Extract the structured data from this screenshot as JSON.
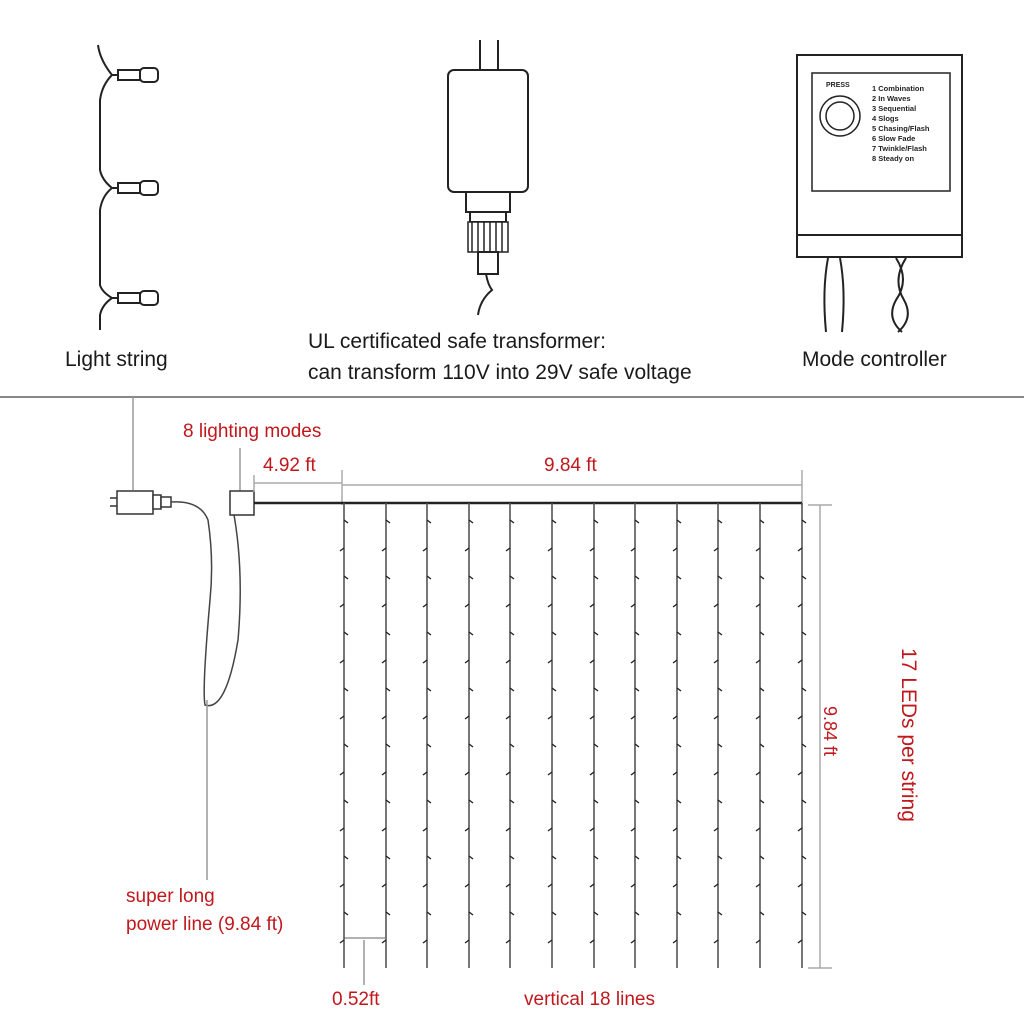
{
  "top_panel": {
    "light_string": {
      "caption": "Light string"
    },
    "transformer": {
      "caption_line1": "UL certificated safe transformer:",
      "caption_line2": "can transform 110V into 29V safe voltage"
    },
    "mode_controller": {
      "caption": "Mode controller",
      "button_label": "PRESS",
      "modes": [
        "1 Combination",
        "2 In Waves",
        "3 Sequential",
        "4 Slogs",
        "5 Chasing/Flash",
        "6 Slow Fade",
        "7 Twinkle/Flash",
        "8 Steady on"
      ]
    }
  },
  "bottom_panel": {
    "annotations": {
      "lighting_modes": "8 lighting modes",
      "lead_length": "4.92 ft",
      "width": "9.84 ft",
      "height": "9.84 ft",
      "leds_per_string": "17 LEDs per string",
      "power_line_line1": "super long",
      "power_line_line2": "power line (9.84 ft)",
      "spacing": "0.52ft",
      "vertical_lines": "vertical 18 lines"
    },
    "colors": {
      "annotation": "#c0181c",
      "line": "#222222",
      "dimension": "#999999"
    }
  }
}
